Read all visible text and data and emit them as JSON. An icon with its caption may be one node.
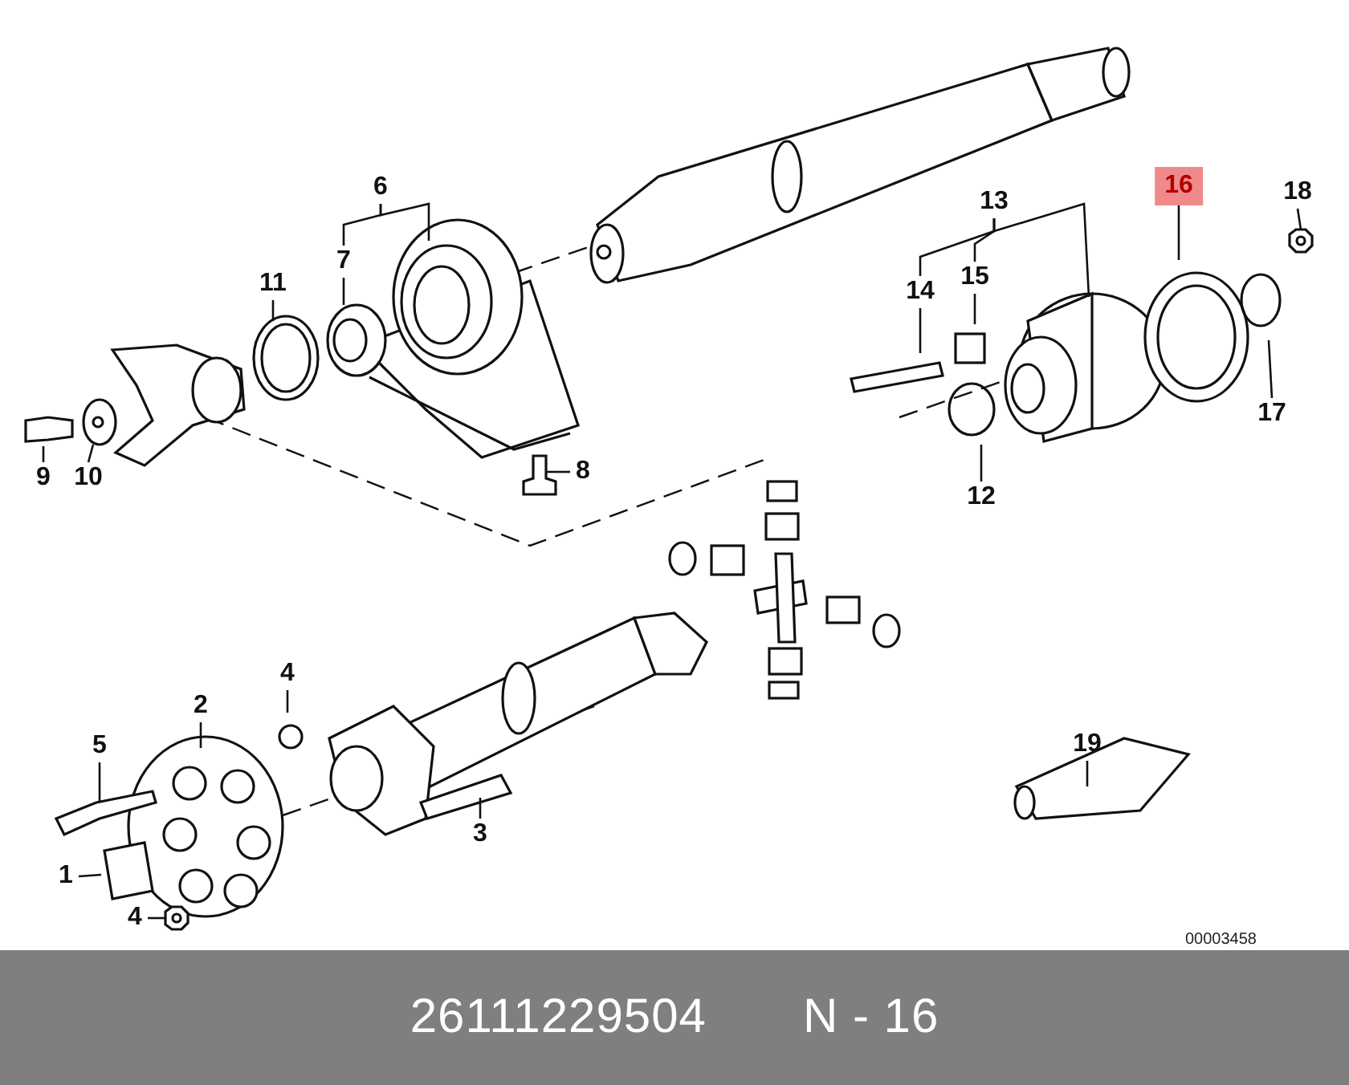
{
  "diagram": {
    "nodes": [
      {
        "text": [
          "6"
        ]
      },
      {
        "text": [
          "7"
        ]
      },
      {
        "text": [
          "11"
        ]
      },
      {
        "text": [
          "9"
        ]
      },
      {
        "text": [
          "10"
        ]
      },
      {
        "text": [
          "8"
        ]
      },
      {
        "text": [
          "13"
        ]
      },
      {
        "text": [
          "14"
        ]
      },
      {
        "text": [
          "15"
        ]
      },
      {
        "text": [
          "16"
        ]
      },
      {
        "text": [
          "18"
        ]
      },
      {
        "text": [
          "17"
        ]
      },
      {
        "text": [
          "12"
        ]
      },
      {
        "text": [
          "2"
        ]
      },
      {
        "text": [
          "4"
        ]
      },
      {
        "text": [
          "5"
        ]
      },
      {
        "text": [
          "1"
        ]
      },
      {
        "text": [
          "4"
        ]
      },
      {
        "text": [
          "3"
        ]
      },
      {
        "text": [
          "19"
        ]
      },
      {
        "text": [],
        "shape": "picture"
      },
      {
        "text": [],
        "shape": "picture"
      },
      {
        "text": [],
        "shape": "picture"
      }
    ],
    "edges": [
      {
        "from": 0,
        "to": 1,
        "arrow": "none"
      },
      {
        "from": 0,
        "to": null,
        "arrow": "none"
      },
      {
        "from": 1,
        "to": null,
        "arrow": "none"
      },
      {
        "from": 2,
        "to": null,
        "arrow": "none"
      },
      {
        "from": 3,
        "to": null,
        "arrow": "none"
      },
      {
        "from": 4,
        "to": null,
        "arrow": "none"
      },
      {
        "from": 5,
        "to": 20,
        "arrow": "none"
      },
      {
        "from": 6,
        "to": 7,
        "arrow": "none"
      },
      {
        "from": 6,
        "to": 8,
        "arrow": "none"
      },
      {
        "from": 6,
        "to": null,
        "arrow": "none"
      },
      {
        "from": 7,
        "to": null,
        "arrow": "none"
      },
      {
        "from": 8,
        "to": null,
        "arrow": "none"
      },
      {
        "from": 9,
        "to": null,
        "arrow": "none"
      },
      {
        "from": 10,
        "to": 21,
        "arrow": "none"
      },
      {
        "from": 11,
        "to": null,
        "arrow": "none"
      },
      {
        "from": 12,
        "to": null,
        "arrow": "none"
      },
      {
        "from": 13,
        "to": null,
        "arrow": "none"
      },
      {
        "from": 14,
        "to": null,
        "arrow": "none"
      },
      {
        "from": 15,
        "to": null,
        "arrow": "none"
      },
      {
        "from": 16,
        "to": null,
        "arrow": "none"
      },
      {
        "from": 17,
        "to": 22,
        "arrow": "none"
      },
      {
        "from": 18,
        "to": null,
        "arrow": "none"
      },
      {
        "from": 19,
        "to": null,
        "arrow": "none"
      }
    ],
    "labels": [
      "00003458",
      "26111229504",
      "N - 16"
    ]
  }
}
